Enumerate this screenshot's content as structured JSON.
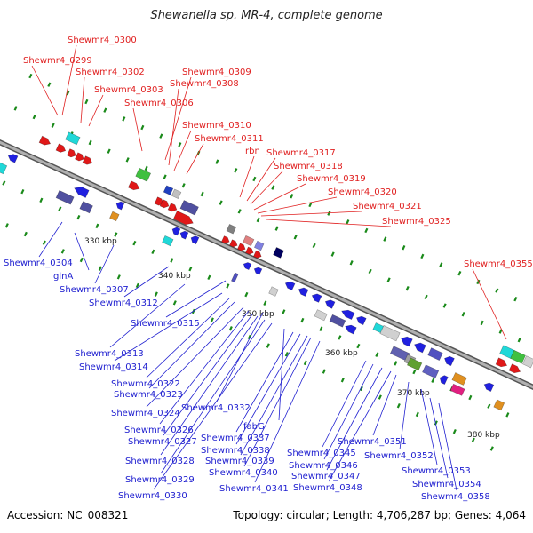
{
  "title": "Shewanella sp. MR-4, complete genome",
  "footer": {
    "accession": "Accession: NC_008321",
    "summary": "Topology: circular; Length: 4,706,287 bp; Genes: 4,064"
  },
  "colors": {
    "forward_label": "#e02020",
    "reverse_label": "#2020d0",
    "backbone": "#888888",
    "tick_green": "#1a8a1a"
  },
  "scale_ticks": [
    "330 kbp",
    "340 kbp",
    "350 kbp",
    "360 kbp",
    "370 kbp",
    "380 kbp"
  ],
  "forward_labels": [
    "Shewmr4_0300",
    "Shewmr4_0299",
    "Shewmr4_0302",
    "Shewmr4_0303",
    "Shewmr4_0306",
    "Shewmr4_0309",
    "Shewmr4_0308",
    "Shewmr4_0310",
    "Shewmr4_0311",
    "rbn",
    "Shewmr4_0317",
    "Shewmr4_0318",
    "Shewmr4_0319",
    "Shewmr4_0320",
    "Shewmr4_0321",
    "Shewmr4_0325",
    "Shewmr4_0355"
  ],
  "reverse_labels": [
    "Shewmr4_0304",
    "glnA",
    "Shewmr4_0307",
    "Shewmr4_0312",
    "Shewmr4_0315",
    "Shewmr4_0313",
    "Shewmr4_0314",
    "Shewmr4_0322",
    "Shewmr4_0323",
    "Shewmr4_0324",
    "Shewmr4_0332",
    "Shewmr4_0326",
    "Shewmr4_0327",
    "Shewmr4_0328",
    "Shewmr4_0329",
    "Shewmr4_0330",
    "fabG",
    "Shewmr4_0337",
    "Shewmr4_0338",
    "Shewmr4_0339",
    "Shewmr4_0340",
    "Shewmr4_0341",
    "Shewmr4_0345",
    "Shewmr4_0346",
    "Shewmr4_0347",
    "Shewmr4_0348",
    "Shewmr4_0351",
    "Shewmr4_0352",
    "Shewmr4_0353",
    "Shewmr4_0354",
    "Shewmr4_0358"
  ]
}
